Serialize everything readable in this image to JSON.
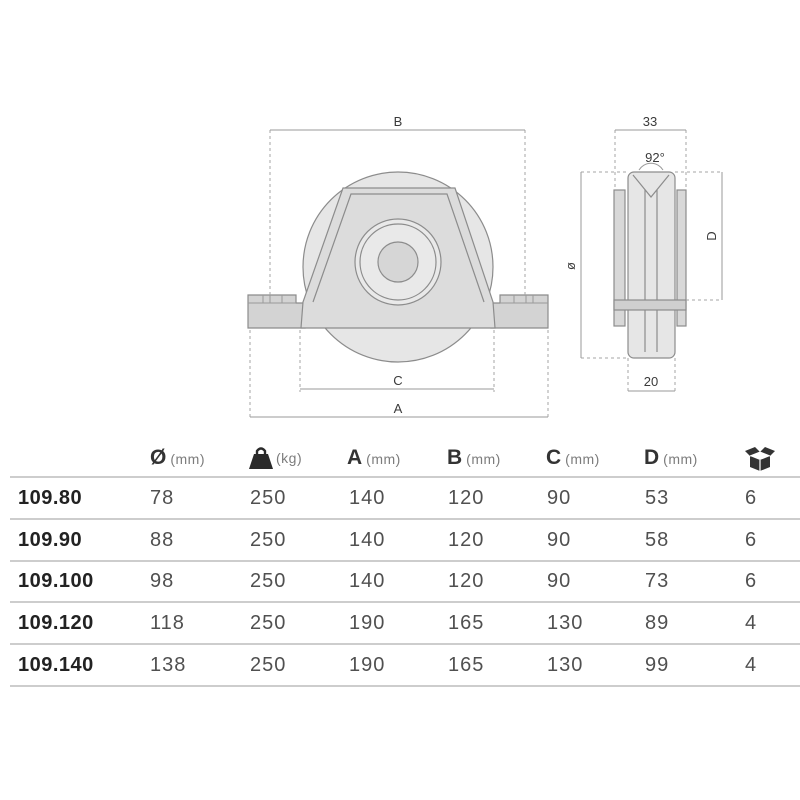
{
  "drawing": {
    "front_view": {
      "label_b": "B",
      "label_c": "C",
      "label_a": "A"
    },
    "side_view": {
      "label_width": "33",
      "label_angle": "92°",
      "label_diameter": "ø",
      "label_d": "D",
      "label_groove": "20"
    }
  },
  "table": {
    "headers": {
      "diameter": {
        "symbol": "Ø",
        "unit": "(mm)"
      },
      "load": {
        "icon": "weight-icon",
        "unit": "(kg)"
      },
      "a": {
        "symbol": "A",
        "unit": "(mm)"
      },
      "b": {
        "symbol": "B",
        "unit": "(mm)"
      },
      "c": {
        "symbol": "C",
        "unit": "(mm)"
      },
      "d": {
        "symbol": "D",
        "unit": "(mm)"
      },
      "pack": {
        "icon": "box-icon"
      }
    },
    "rows": [
      {
        "code": "109.80",
        "diameter": "78",
        "load": "250",
        "a": "140",
        "b": "120",
        "c": "90",
        "d": "53",
        "pack": "6"
      },
      {
        "code": "109.90",
        "diameter": "88",
        "load": "250",
        "a": "140",
        "b": "120",
        "c": "90",
        "d": "58",
        "pack": "6"
      },
      {
        "code": "109.100",
        "diameter": "98",
        "load": "250",
        "a": "140",
        "b": "120",
        "c": "90",
        "d": "73",
        "pack": "6"
      },
      {
        "code": "109.120",
        "diameter": "118",
        "load": "250",
        "a": "190",
        "b": "165",
        "c": "130",
        "d": "89",
        "pack": "4"
      },
      {
        "code": "109.140",
        "diameter": "138",
        "load": "250",
        "a": "190",
        "b": "165",
        "c": "130",
        "d": "99",
        "pack": "4"
      }
    ]
  }
}
